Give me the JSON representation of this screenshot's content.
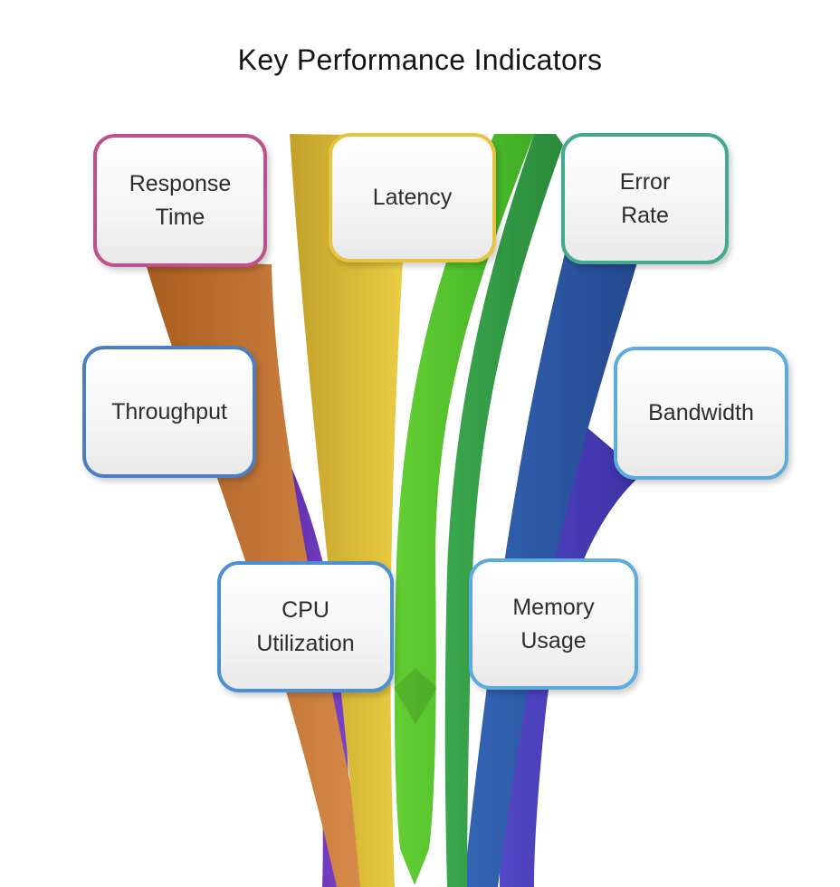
{
  "title": "Key Performance Indicators",
  "boxes": [
    {
      "id": "response-time",
      "label": "Response\nTime",
      "border": "#c0508c"
    },
    {
      "id": "latency",
      "label": "Latency",
      "border": "#e8c33f"
    },
    {
      "id": "error-rate",
      "label": "Error\nRate",
      "border": "#43a98f"
    },
    {
      "id": "throughput",
      "label": "Throughput",
      "border": "#4b7fc1"
    },
    {
      "id": "bandwidth",
      "label": "Bandwidth",
      "border": "#5cacdd"
    },
    {
      "id": "cpu-utilization",
      "label": "CPU\nUtilization",
      "border": "#4b8fd4"
    },
    {
      "id": "memory-usage",
      "label": "Memory\nUsage",
      "border": "#5cacdd"
    }
  ],
  "ribbons": {
    "orange": {
      "light": "#d98c4a",
      "dark": "#a85d20"
    },
    "yellow": {
      "light": "#ecd044",
      "dark": "#c2a02a"
    },
    "green_bright": {
      "light": "#63cf33",
      "dark": "#3fae26"
    },
    "green_dark": {
      "light": "#3aa74e",
      "dark": "#2a8a3a"
    },
    "blue_dark": {
      "light": "#3365b4",
      "dark": "#24488f"
    },
    "purple": {
      "light": "#7a42c8",
      "dark": "#53279e"
    },
    "indigo": {
      "light": "#5348c6",
      "dark": "#3b30a2"
    }
  }
}
